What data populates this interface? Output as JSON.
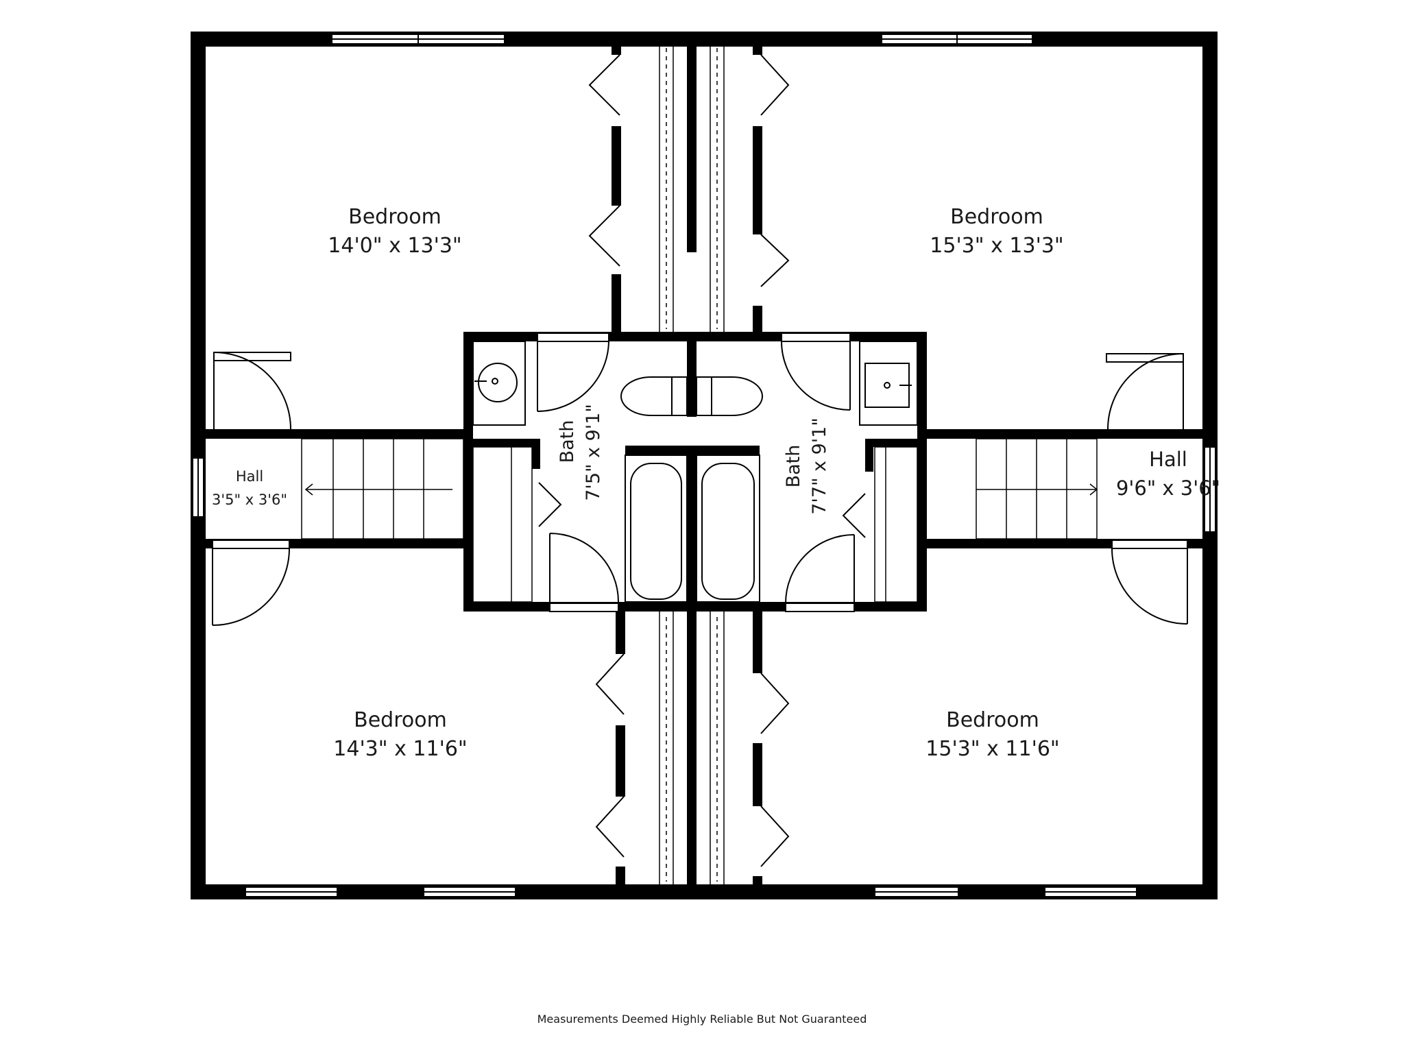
{
  "plan": {
    "rooms": {
      "bedroom_nw": {
        "name": "Bedroom",
        "dims": "14'0\" x 13'3\""
      },
      "bedroom_ne": {
        "name": "Bedroom",
        "dims": "15'3\" x 13'3\""
      },
      "bedroom_sw": {
        "name": "Bedroom",
        "dims": "14'3\" x 11'6\""
      },
      "bedroom_se": {
        "name": "Bedroom",
        "dims": "15'3\" x 11'6\""
      },
      "bath_left": {
        "name": "Bath",
        "dims": "7'5\" x 9'1\""
      },
      "bath_right": {
        "name": "Bath",
        "dims": "7'7\" x 9'1\""
      },
      "hall_left": {
        "name": "Hall",
        "dims": "3'5\" x 3'6\""
      },
      "hall_right": {
        "name": "Hall",
        "dims": "9'6\" x 3'6\""
      }
    },
    "colors": {
      "wall": "#000000",
      "fixture": "#222222",
      "background": "#ffffff"
    }
  },
  "footer": {
    "note": "Measurements Deemed Highly Reliable But Not Guaranteed"
  }
}
